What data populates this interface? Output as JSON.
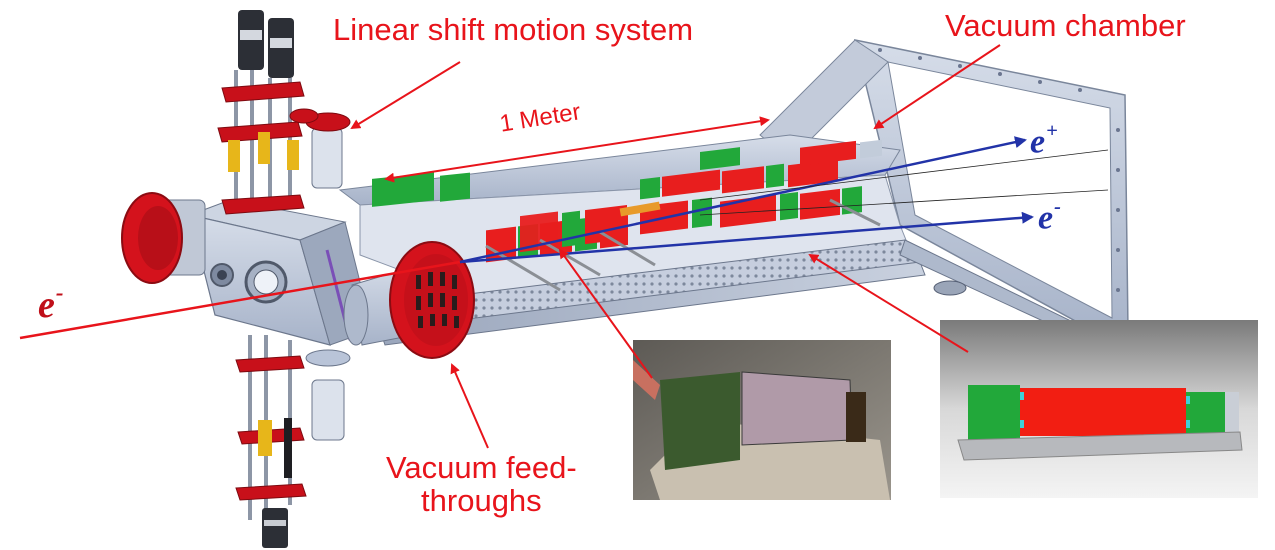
{
  "labels": {
    "linear_shift": "Linear shift motion system",
    "vacuum_chamber": "Vacuum chamber",
    "feedthroughs_line1": "Vacuum feed-",
    "feedthroughs_line2": "throughs",
    "length": "1 Meter"
  },
  "beams": {
    "positron": {
      "symbol": "e",
      "charge": "+"
    },
    "electron_out": {
      "symbol": "e",
      "charge": "-"
    },
    "electron_in": {
      "symbol": "e",
      "charge": "-"
    }
  },
  "colors": {
    "label_red": "#e8141b",
    "beam_blue": "#2233a8",
    "chamber_steel": "#b9c4d8",
    "flange_red": "#d4121c",
    "sensor_red": "#e81e1e",
    "board_green": "#22a83a",
    "background": "#ffffff"
  }
}
